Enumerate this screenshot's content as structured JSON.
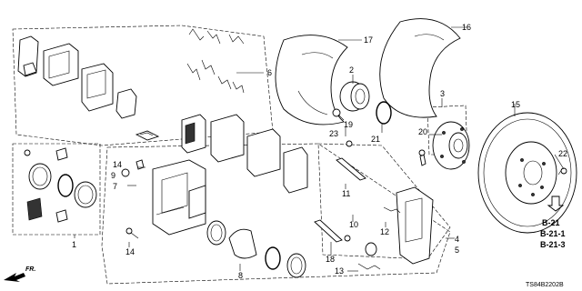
{
  "diagram_code": "TS84B2202B",
  "front_label": "FR.",
  "callouts": {
    "p1": "1",
    "p2": "2",
    "p3": "3",
    "p4": "4",
    "p5": "5",
    "p6": "6",
    "p7": "7",
    "p8": "8",
    "p9": "9",
    "p10": "10",
    "p11": "11",
    "p12": "12",
    "p13": "13",
    "p14a": "14",
    "p14b": "14",
    "p15": "15",
    "p16": "16",
    "p17": "17",
    "p18": "18",
    "p19": "19",
    "p20": "20",
    "p21": "21",
    "p22": "22",
    "p23": "23"
  },
  "references": [
    "B-21",
    "B-21-1",
    "B-21-3"
  ]
}
